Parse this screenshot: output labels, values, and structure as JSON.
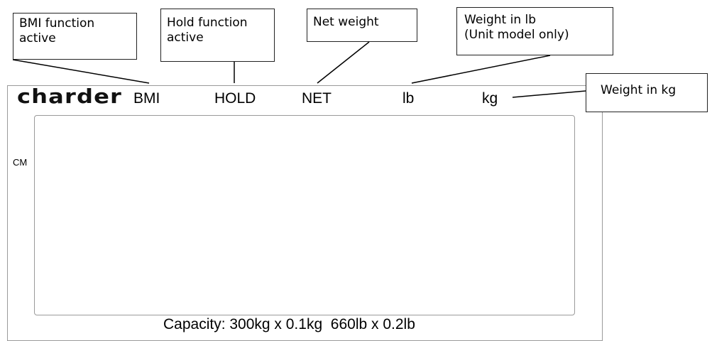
{
  "callouts": {
    "bmi": "BMI function\nactive",
    "hold": "Hold function\nactive",
    "net": "Net weight",
    "lb": "Weight in lb\n(Unit model only)",
    "kg": "Weight in kg"
  },
  "display": {
    "brand": "charder",
    "indicators": {
      "bmi": "BMI",
      "hold": "HOLD",
      "net": "NET",
      "lb": "lb",
      "kg": "kg"
    },
    "height_unit": "CM",
    "capacity": "Capacity: 300kg x 0.1kg  660lb x 0.2lb"
  }
}
